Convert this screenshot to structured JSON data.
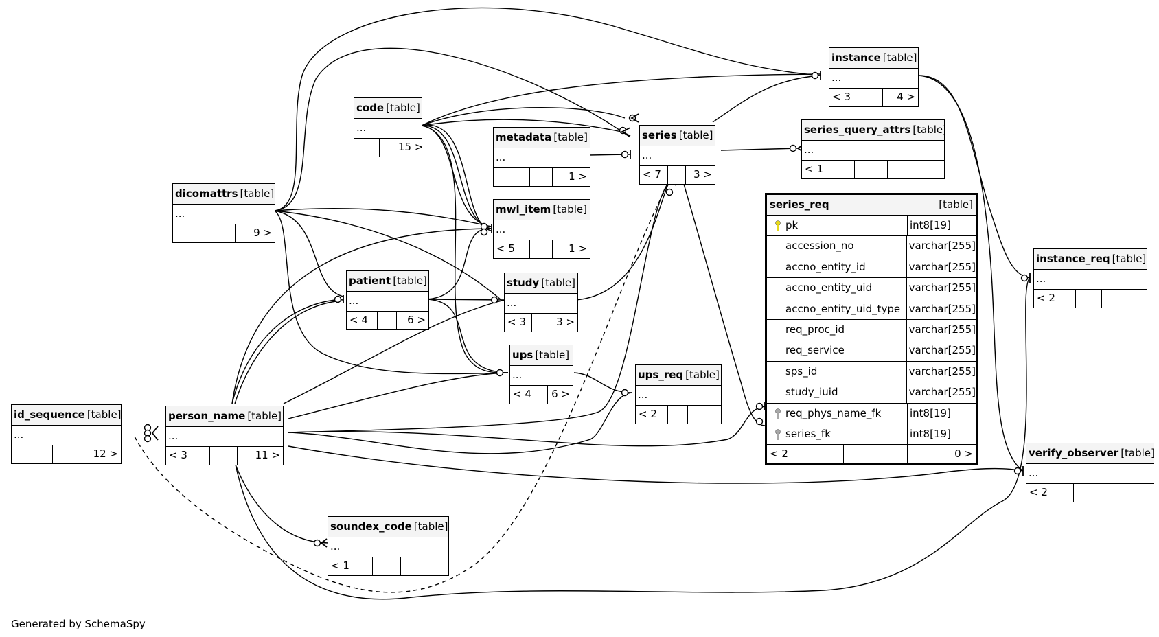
{
  "footer": "Generated by SchemaSpy",
  "type_label": "[table]",
  "tables": [
    {
      "id": "instance",
      "name": "instance",
      "ellipsis": "...",
      "footer": [
        "< 3",
        "",
        "4 >"
      ]
    },
    {
      "id": "code",
      "name": "code",
      "ellipsis": "...",
      "footer": [
        "",
        "",
        "15 >"
      ]
    },
    {
      "id": "series",
      "name": "series",
      "ellipsis": "...",
      "footer": [
        "< 7",
        "",
        "3 >"
      ]
    },
    {
      "id": "series_query_attrs",
      "name": "series_query_attrs",
      "ellipsis": "...",
      "footer": [
        "< 1",
        "",
        ""
      ]
    },
    {
      "id": "metadata",
      "name": "metadata",
      "ellipsis": "...",
      "footer": [
        "",
        "",
        "1 >"
      ]
    },
    {
      "id": "dicomattrs",
      "name": "dicomattrs",
      "ellipsis": "...",
      "footer": [
        "",
        "",
        "9 >"
      ]
    },
    {
      "id": "mwl_item",
      "name": "mwl_item",
      "ellipsis": "...",
      "footer": [
        "< 5",
        "",
        "1 >"
      ]
    },
    {
      "id": "patient",
      "name": "patient",
      "ellipsis": "...",
      "footer": [
        "< 4",
        "",
        "6 >"
      ]
    },
    {
      "id": "study",
      "name": "study",
      "ellipsis": "...",
      "footer": [
        "< 3",
        "",
        "3 >"
      ]
    },
    {
      "id": "instance_req",
      "name": "instance_req",
      "ellipsis": "...",
      "footer": [
        "< 2",
        "",
        ""
      ]
    },
    {
      "id": "ups",
      "name": "ups",
      "ellipsis": "...",
      "footer": [
        "< 4",
        "",
        "6 >"
      ]
    },
    {
      "id": "ups_req",
      "name": "ups_req",
      "ellipsis": "...",
      "footer": [
        "< 2",
        "",
        ""
      ]
    },
    {
      "id": "id_sequence",
      "name": "id_sequence",
      "ellipsis": "...",
      "footer": [
        "",
        "",
        "12 >"
      ]
    },
    {
      "id": "person_name",
      "name": "person_name",
      "ellipsis": "...",
      "footer": [
        "< 3",
        "",
        "11 >"
      ]
    },
    {
      "id": "verify_observer",
      "name": "verify_observer",
      "ellipsis": "...",
      "footer": [
        "< 2",
        "",
        ""
      ]
    },
    {
      "id": "soundex_code",
      "name": "soundex_code",
      "ellipsis": "...",
      "footer": [
        "< 1",
        "",
        ""
      ]
    }
  ],
  "series_req": {
    "name": "series_req",
    "type_label": "[table]",
    "columns": [
      {
        "name": "pk",
        "type": "int8[19]",
        "key": "primary"
      },
      {
        "name": "accession_no",
        "type": "varchar[255]",
        "key": ""
      },
      {
        "name": "accno_entity_id",
        "type": "varchar[255]",
        "key": ""
      },
      {
        "name": "accno_entity_uid",
        "type": "varchar[255]",
        "key": ""
      },
      {
        "name": "accno_entity_uid_type",
        "type": "varchar[255]",
        "key": ""
      },
      {
        "name": "req_proc_id",
        "type": "varchar[255]",
        "key": ""
      },
      {
        "name": "req_service",
        "type": "varchar[255]",
        "key": ""
      },
      {
        "name": "sps_id",
        "type": "varchar[255]",
        "key": ""
      },
      {
        "name": "study_iuid",
        "type": "varchar[255]",
        "key": ""
      },
      {
        "name": "req_phys_name_fk",
        "type": "int8[19]",
        "key": "foreign"
      },
      {
        "name": "series_fk",
        "type": "int8[19]",
        "key": "foreign"
      }
    ],
    "footer": [
      "< 2",
      "",
      "0 >"
    ]
  },
  "colors": {
    "header_bg": "#f4f4f4",
    "primary_key": "#e6d81a",
    "foreign_key": "#a8a8a8",
    "line": "#000000"
  }
}
